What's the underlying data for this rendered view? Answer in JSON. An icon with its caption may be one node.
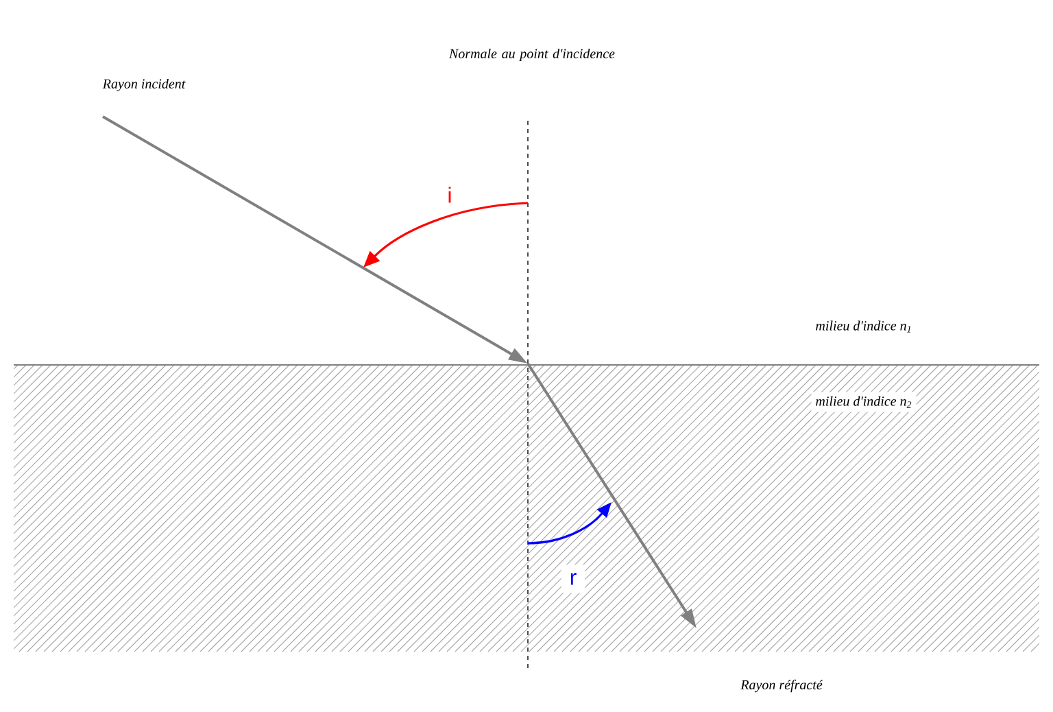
{
  "diagram": {
    "labels": [
      "Normale au point d'incidence",
      "Rayon incident",
      "i",
      "milieu d'indice n$_{1}$",
      "milieu d'indice n$_{2}$",
      "r",
      "Rayon réfracté"
    ]
  }
}
